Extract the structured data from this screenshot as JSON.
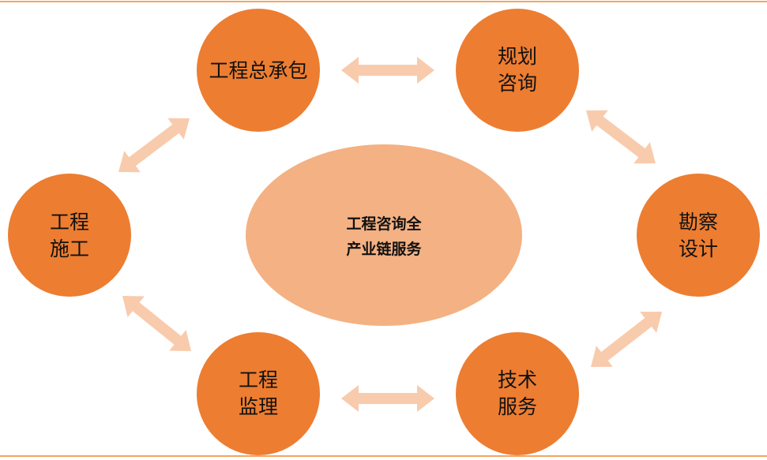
{
  "colors": {
    "border": "#F4A460",
    "node": "#ED7D31",
    "center": "#F4B183",
    "arrow": "#F8CBAD"
  },
  "center": {
    "lines": [
      "工程咨询全",
      "产业链服务"
    ]
  },
  "nodes": [
    {
      "id": "general-contracting",
      "lines": [
        "工程总承包"
      ]
    },
    {
      "id": "planning-consulting",
      "lines": [
        "规划",
        "咨询"
      ]
    },
    {
      "id": "survey-design",
      "lines": [
        "勘察",
        "设计"
      ]
    },
    {
      "id": "technical-service",
      "lines": [
        "技术",
        "服务"
      ]
    },
    {
      "id": "supervision",
      "lines": [
        "工程",
        "监理"
      ]
    },
    {
      "id": "construction",
      "lines": [
        "工程",
        "施工"
      ]
    }
  ]
}
